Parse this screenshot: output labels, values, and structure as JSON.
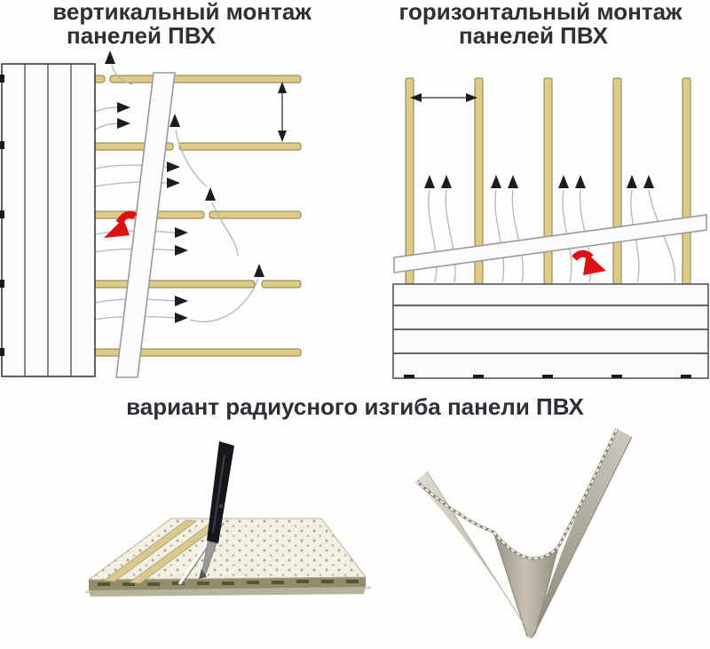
{
  "figures": {
    "vertical": {
      "title_line1": "вертикальный монтаж",
      "title_line2": "панелей ПВХ"
    },
    "horizontal": {
      "title_line1": "горизонтальный монтаж",
      "title_line2": "панелей ПВХ"
    },
    "radius": {
      "caption": "вариант радиусного изгиба панели ПВХ"
    }
  },
  "colors": {
    "background": "#fdfdfb",
    "title_text": "#2f2f37",
    "batten_fill": "#decb87",
    "batten_stroke": "#857b4e",
    "line_ink": "#1c1c1c",
    "red_arrow": "#dd1111",
    "curve_gray": "#b5b5b5",
    "panel_fill": "#fcfcfa",
    "panel_stroke": "#9a9a9a",
    "stack_stroke": "#4f4f4f",
    "ivory_panel": "#f2efe3",
    "groove_tan": "#d9c98f",
    "knife_black": "#17171b",
    "metal_gray": "#9a9a98"
  }
}
